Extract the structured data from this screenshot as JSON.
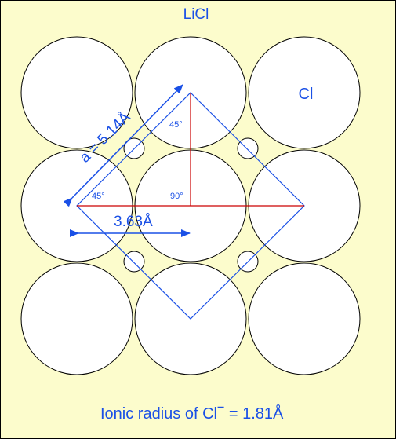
{
  "title": "LiCl",
  "anion_label": "Cl",
  "lattice_label": "a = 5.14Å",
  "distance_label": "3.63Å",
  "angle_labels": {
    "top": "45°",
    "left": "45°",
    "right_angle": "90°"
  },
  "caption": {
    "prefix": "Ionic radius of Cl",
    "charge": "−",
    "suffix": " = 1.81Å"
  },
  "colors": {
    "background": "#fcfccc",
    "circle_stroke": "#000000",
    "circle_fill": "#ffffff",
    "square_outline": "#1a50e6",
    "triangle": "#cc0000",
    "text": "#1a50e6"
  }
}
